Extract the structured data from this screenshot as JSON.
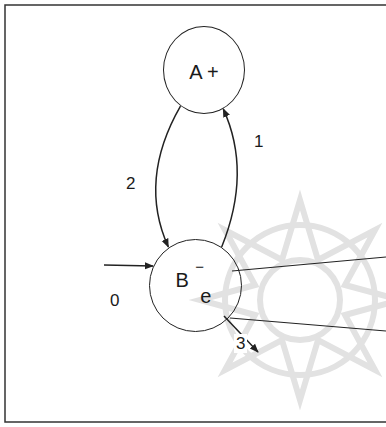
{
  "diagram": {
    "nodes": [
      {
        "text": [
          "A +"
        ]
      },
      {
        "text": [
          "B",
          "−",
          "e"
        ]
      }
    ],
    "edges": [
      {
        "from": 0,
        "to": 1,
        "label": "2",
        "arrow": "to"
      },
      {
        "from": 1,
        "to": 0,
        "label": "1",
        "arrow": "to"
      }
    ],
    "labels": [
      "0",
      "3"
    ]
  }
}
